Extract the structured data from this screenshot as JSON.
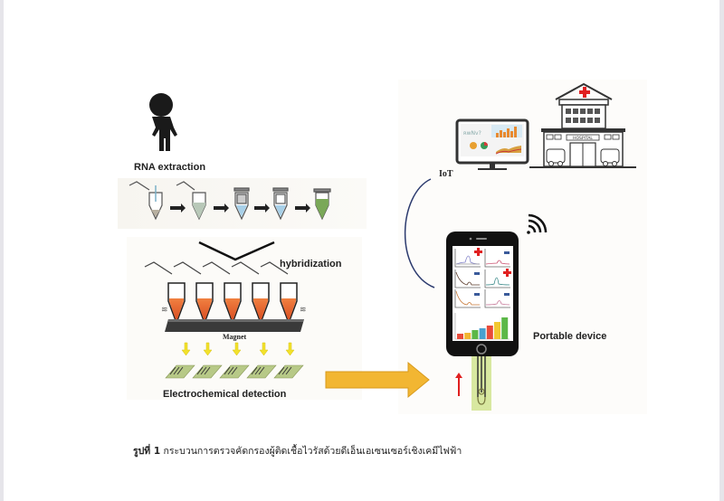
{
  "figure": {
    "labels": {
      "rna_extraction": "RNA extraction",
      "hybridization": "hybridization",
      "magnet": "Magnet",
      "electrochemical_detection": "Electrochemical detection",
      "iot": "IoT",
      "portable_device": "Portable device",
      "hospital_sign": "HOSPITAL"
    },
    "icons": [
      "person-icon",
      "microtube-icon",
      "arrow-right-icon",
      "magnet-icon",
      "electrode-icon",
      "monitor-icon",
      "hospital-icon",
      "smartphone-icon",
      "wifi-icon",
      "sensor-strip-icon"
    ],
    "colors": {
      "tube_orange": "#e8662f",
      "arrow_yellow": "#f2b632",
      "down_arrow": "#f2e12a",
      "electrode_green": "#b7c987",
      "strip_green": "#d8e8a0",
      "iot_curve": "#2b3a6e",
      "red_cross": "#e02020",
      "up_arrow": "#e02020"
    },
    "phone_bar_colors": [
      "#e84a3a",
      "#f2b632",
      "#5cb848",
      "#4aa0d0",
      "#e84a3a",
      "#f2c832",
      "#5cb848"
    ]
  },
  "caption": {
    "prefix": "รูปที่ 1",
    "text": "กระบวนการตรวจคัดกรองผู้ติดเชื้อไวรัสด้วยดีเอ็นเอเซนเซอร์เชิงเคมีไฟฟ้า"
  }
}
